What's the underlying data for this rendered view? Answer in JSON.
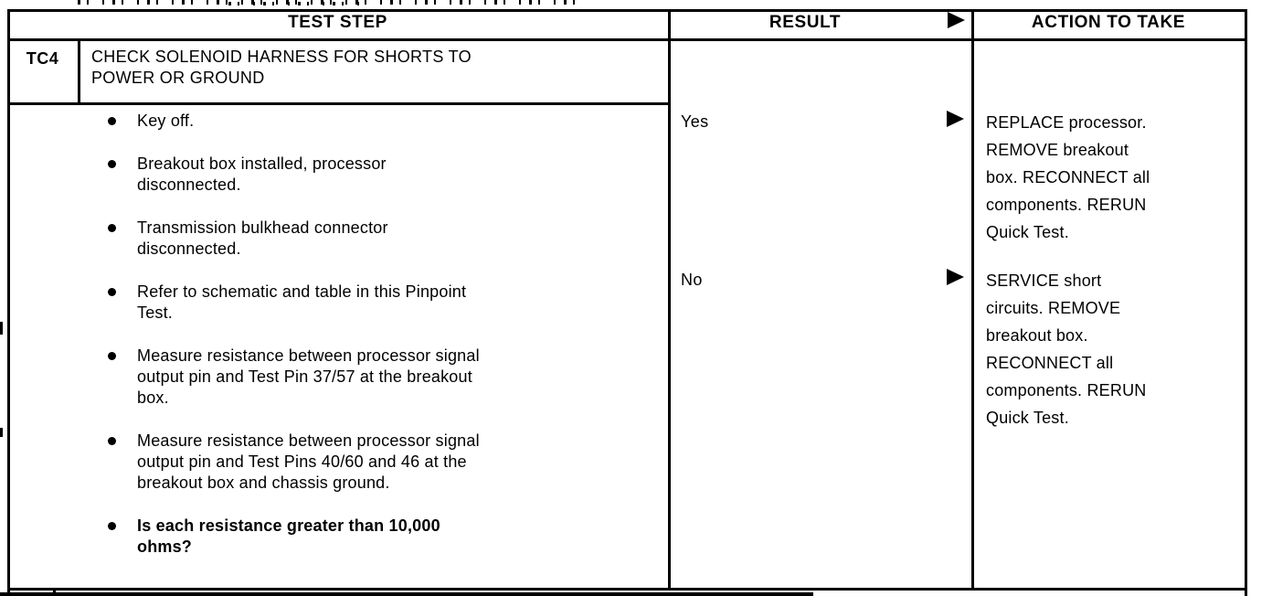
{
  "headers": {
    "test_step": "TEST STEP",
    "result": "RESULT",
    "action": "ACTION TO TAKE"
  },
  "test": {
    "id": "TC4",
    "title": "CHECK SOLENOID HARNESS FOR SHORTS TO\nPOWER OR GROUND",
    "steps": [
      "Key off.",
      "Breakout box installed, processor\ndisconnected.",
      "Transmission bulkhead connector\ndisconnected.",
      "Refer to schematic and table in this Pinpoint\nTest.",
      "Measure resistance between processor signal\noutput pin and Test Pin 37/57 at the breakout\nbox.",
      "Measure resistance between processor signal\noutput pin and Test Pins 40/60 and 46 at the\nbreakout box and chassis ground.",
      "Is each resistance greater than 10,000\nohms?"
    ]
  },
  "results": [
    {
      "label": "Yes",
      "action": "REPLACE processor.\nREMOVE breakout\nbox. RECONNECT all\ncomponents. RERUN\nQuick Test."
    },
    {
      "label": "No",
      "action": "SERVICE short\ncircuits. REMOVE\nbreakout box.\nRECONNECT all\ncomponents. RERUN\nQuick Test."
    }
  ],
  "colors": {
    "ink": "#000000",
    "paper": "#ffffff"
  }
}
